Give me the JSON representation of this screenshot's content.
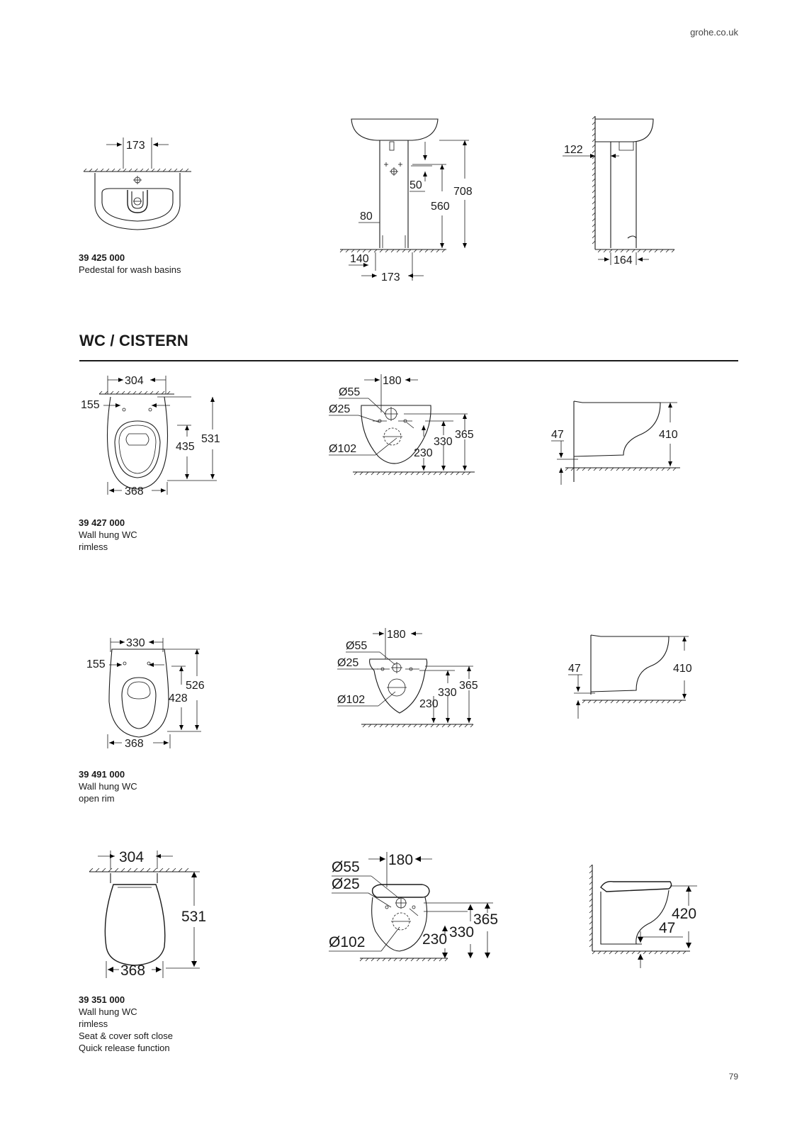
{
  "header": {
    "site": "grohe.co.uk"
  },
  "footer": {
    "page": "79"
  },
  "section": {
    "title": "WC / CISTERN"
  },
  "pedestal": {
    "code": "39 425 000",
    "lines": [
      "Pedestal for wash basins"
    ],
    "dims": {
      "top_width": "173",
      "d50": "50",
      "d708": "708",
      "d560": "560",
      "d80": "80",
      "d140": "140",
      "d173b": "173",
      "d122": "122",
      "d164": "164"
    }
  },
  "wc1": {
    "code": "39 427 000",
    "lines": [
      "Wall hung WC",
      "rimless"
    ],
    "dims": {
      "w304": "304",
      "d155": "155",
      "d435": "435",
      "d531": "531",
      "w368": "368",
      "d180": "180",
      "o55": "Ø55",
      "o25": "Ø25",
      "d330": "330",
      "d365": "365",
      "o102": "Ø102",
      "d230": "230",
      "d47": "47",
      "d410": "410"
    }
  },
  "wc2": {
    "code": "39 491 000",
    "lines": [
      "Wall hung WC",
      "open rim"
    ],
    "dims": {
      "w330": "330",
      "d155": "155",
      "d526": "526",
      "d428": "428",
      "w368": "368",
      "d180": "180",
      "o55": "Ø55",
      "o25": "Ø25",
      "d330": "330",
      "d365": "365",
      "o102": "Ø102",
      "d230": "230",
      "d47": "47",
      "d410": "410"
    }
  },
  "wc3": {
    "code": "39 351 000",
    "lines": [
      "Wall hung WC",
      "rimless",
      "Seat & cover soft close",
      "Quick release function"
    ],
    "dims": {
      "w304": "304",
      "d531": "531",
      "w368": "368",
      "d180": "180",
      "o55": "Ø55",
      "o25": "Ø25",
      "d365": "365",
      "d330": "330",
      "o102": "Ø102",
      "d230": "230",
      "d420": "420",
      "d47": "47"
    }
  }
}
